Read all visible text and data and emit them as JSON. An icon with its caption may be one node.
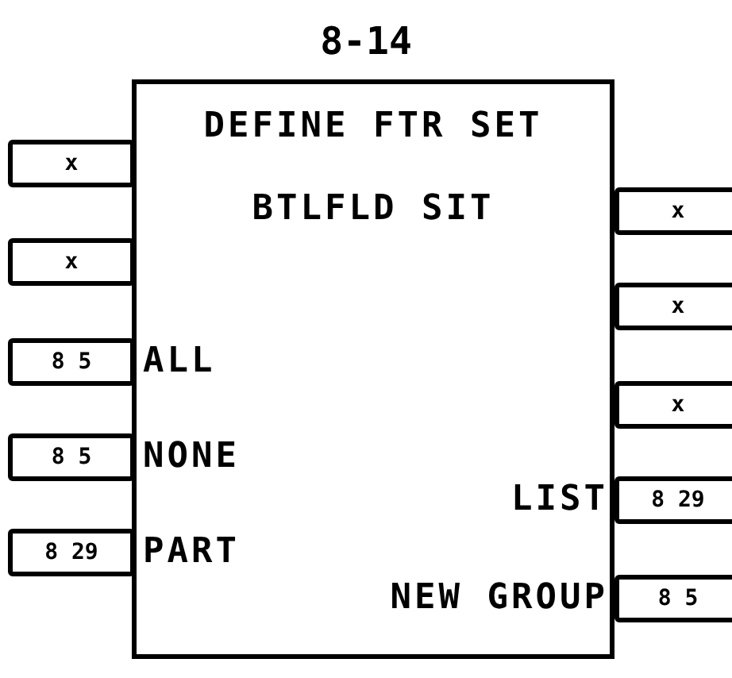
{
  "diagram": {
    "title": "8-14",
    "nodes": [
      {
        "text": [
          "DEFINE FTR SET",
          "BTLFLD SIT"
        ]
      },
      {
        "text": [
          "x"
        ]
      },
      {
        "text": [
          "x"
        ]
      },
      {
        "text": [
          "8 5"
        ],
        "beside": [
          "ALL"
        ]
      },
      {
        "text": [
          "8 5"
        ],
        "beside": [
          "NONE"
        ]
      },
      {
        "text": [
          "8 29"
        ],
        "beside": [
          "PART"
        ]
      },
      {
        "text": [
          "x"
        ]
      },
      {
        "text": [
          "x"
        ]
      },
      {
        "text": [
          "x"
        ]
      },
      {
        "text": [
          "8 29"
        ],
        "beside": [
          "LIST"
        ]
      },
      {
        "text": [
          "8 5"
        ],
        "beside": [
          "NEW GROUP"
        ]
      }
    ],
    "edges": []
  }
}
